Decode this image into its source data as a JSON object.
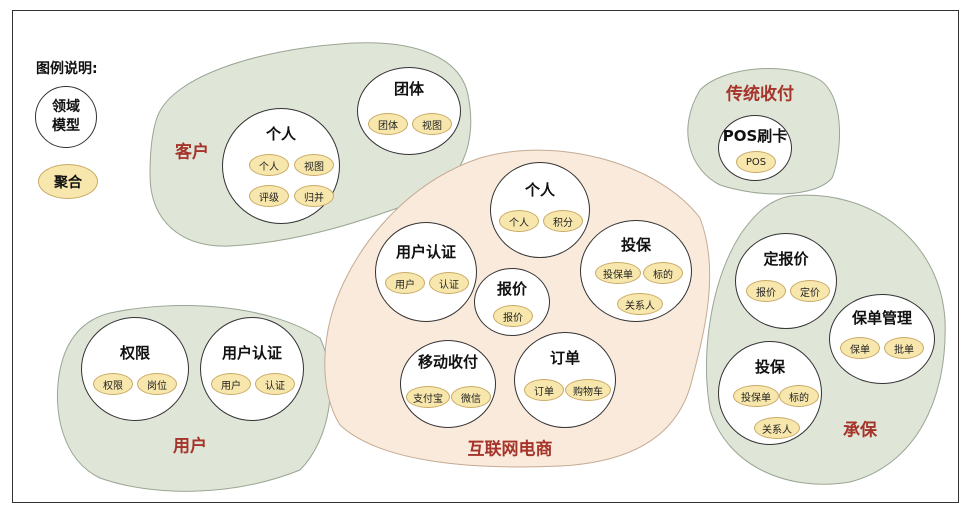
{
  "legend": {
    "title": "图例说明:",
    "domain_model": "领域\n模型",
    "aggregate": "聚合"
  },
  "domains": {
    "customer": "客户",
    "user": "用户",
    "ecommerce": "互联网电商",
    "traditional_payment": "传统收付",
    "underwriting": "承保"
  },
  "models": {
    "customer_group": {
      "title": "团体",
      "items": [
        "团体",
        "视图"
      ]
    },
    "customer_person": {
      "title": "个人",
      "items": [
        "个人",
        "视图",
        "评级",
        "归并"
      ]
    },
    "user_permission": {
      "title": "权限",
      "items": [
        "权限",
        "岗位"
      ]
    },
    "user_auth": {
      "title": "用户认证",
      "items": [
        "用户",
        "认证"
      ]
    },
    "ec_person": {
      "title": "个人",
      "items": [
        "个人",
        "积分"
      ]
    },
    "ec_user_auth": {
      "title": "用户认证",
      "items": [
        "用户",
        "认证"
      ]
    },
    "ec_quote": {
      "title": "报价",
      "items": [
        "报价"
      ]
    },
    "ec_insure": {
      "title": "投保",
      "items": [
        "投保单",
        "标的",
        "关系人"
      ]
    },
    "ec_mobile_pay": {
      "title": "移动收付",
      "items": [
        "支付宝",
        "微信"
      ]
    },
    "ec_order": {
      "title": "订单",
      "items": [
        "订单",
        "购物车"
      ]
    },
    "pos_card": {
      "title": "POS刷卡",
      "items": [
        "POS"
      ]
    },
    "uw_pricing": {
      "title": "定报价",
      "items": [
        "报价",
        "定价"
      ]
    },
    "uw_policy_mgmt": {
      "title": "保单管理",
      "items": [
        "保单",
        "批单"
      ]
    },
    "uw_insure": {
      "title": "投保",
      "items": [
        "投保单",
        "标的",
        "关系人"
      ]
    }
  },
  "colors": {
    "domain_fill_green": "#dfe6d8",
    "domain_fill_peach": "#faeadb",
    "domain_title": "#a5342a",
    "aggregate_fill": "#f7e7ad"
  }
}
